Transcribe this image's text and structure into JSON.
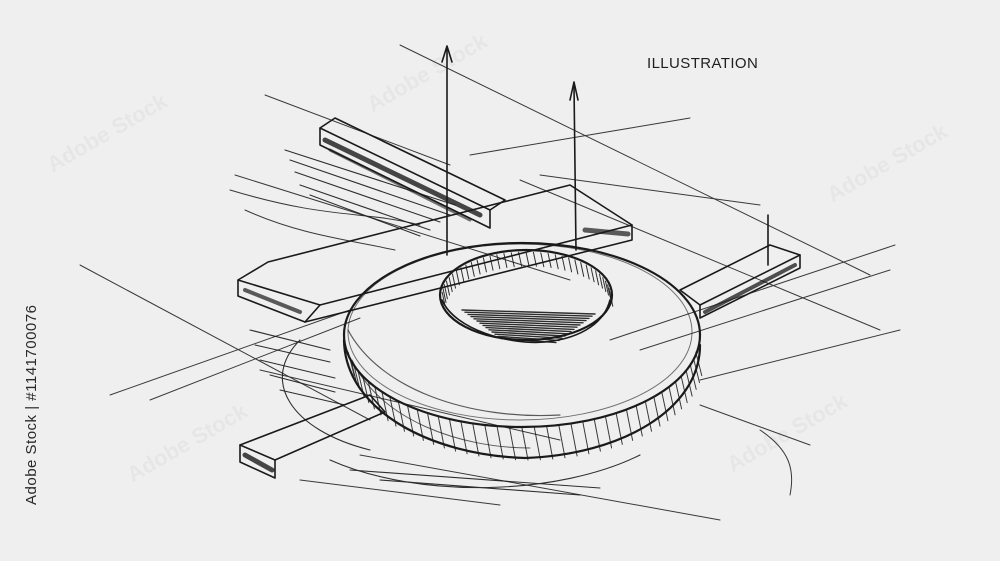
{
  "caption": "ILLUSTRATION",
  "stock_id": "Adobe Stock | #1141700076",
  "watermark": "Adobe Stock",
  "colors": {
    "background": "#efefef",
    "ink": "#1a1a1a"
  }
}
